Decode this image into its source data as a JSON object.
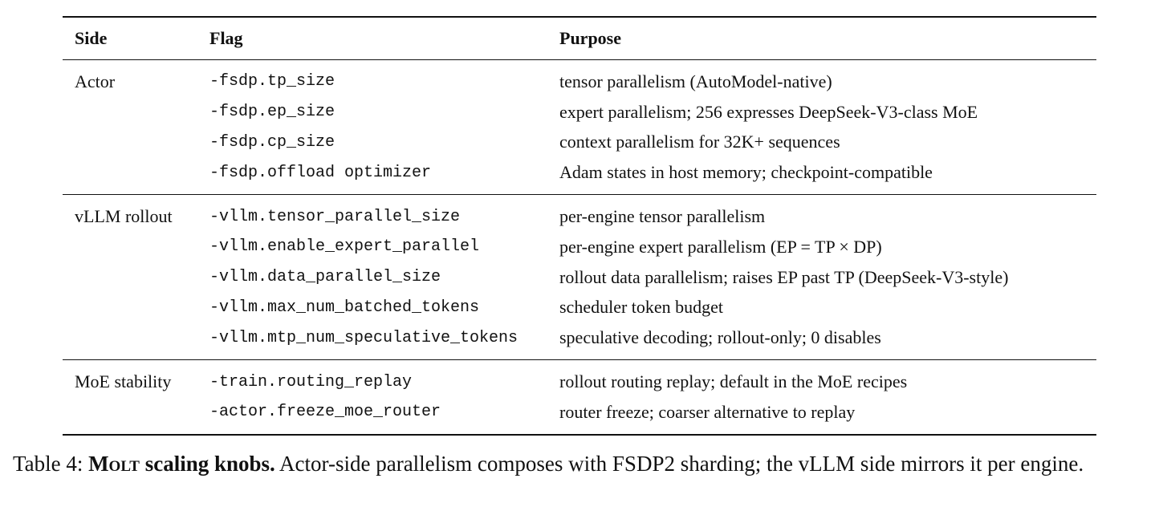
{
  "table": {
    "headers": {
      "side": "Side",
      "flag": "Flag",
      "purpose": "Purpose"
    },
    "groups": [
      {
        "side": "Actor",
        "rows": [
          {
            "flag": "-fsdp.tp_size",
            "purpose": "tensor parallelism (AutoModel-native)"
          },
          {
            "flag": "-fsdp.ep_size",
            "purpose": "expert parallelism; 256 expresses DeepSeek-V3-class MoE"
          },
          {
            "flag": "-fsdp.cp_size",
            "purpose": "context parallelism for 32K+ sequences"
          },
          {
            "flag": "-fsdp.offload optimizer",
            "purpose": "Adam states in host memory; checkpoint-compatible"
          }
        ]
      },
      {
        "side": "vLLM rollout",
        "rows": [
          {
            "flag": "-vllm.tensor_parallel_size",
            "purpose": "per-engine tensor parallelism"
          },
          {
            "flag": "-vllm.enable_expert_parallel",
            "purpose": "per-engine expert parallelism (EP = TP × DP)"
          },
          {
            "flag": "-vllm.data_parallel_size",
            "purpose": "rollout data parallelism; raises EP past TP (DeepSeek-V3-style)"
          },
          {
            "flag": "-vllm.max_num_batched_tokens",
            "purpose": "scheduler token budget"
          },
          {
            "flag": "-vllm.mtp_num_speculative_tokens",
            "purpose": "speculative decoding; rollout-only; 0 disables"
          }
        ]
      },
      {
        "side": "MoE stability",
        "rows": [
          {
            "flag": "-train.routing_replay",
            "purpose": "rollout routing replay; default in the MoE recipes"
          },
          {
            "flag": "-actor.freeze_moe_router",
            "purpose": "router freeze; coarser alternative to replay"
          }
        ]
      }
    ]
  },
  "caption": {
    "label": "Table 4:",
    "name": "Molt",
    "bold_rest": "scaling knobs.",
    "text": "Actor-side parallelism composes with FSDP2 sharding; the vLLM side mirrors it per engine."
  }
}
